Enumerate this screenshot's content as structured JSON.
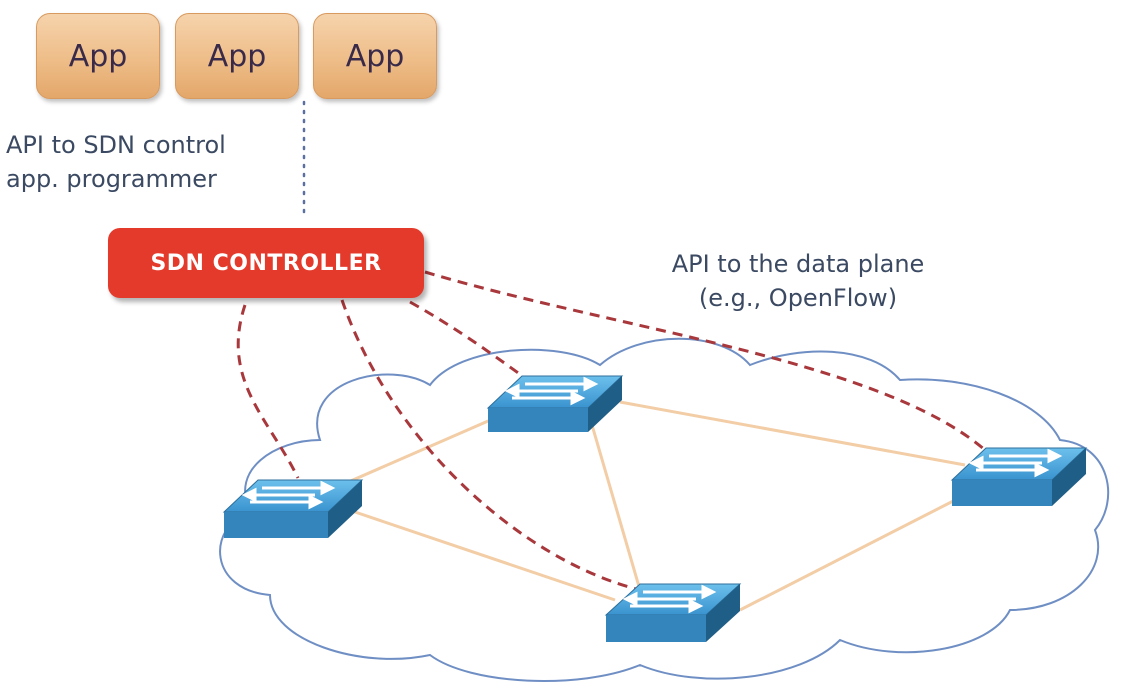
{
  "apps": [
    {
      "label": "App"
    },
    {
      "label": "App"
    },
    {
      "label": "App"
    }
  ],
  "northbound_api": {
    "line1": "API to SDN control",
    "line2": "app. programmer"
  },
  "controller": {
    "label": "SDN CONTROLLER"
  },
  "southbound_api": {
    "line1": "API to the data plane",
    "line2": "(e.g., OpenFlow)"
  },
  "colors": {
    "app_fill": "#eebd88",
    "controller_fill": "#e33a2b",
    "switch_top": "#4aa3d8",
    "dashed_link": "#a8383c",
    "physical_link": "#f0c9a0",
    "cloud_outline": "#6f8fc4",
    "label_text": "#3b4a62"
  },
  "icons": [
    "network-switch-icon",
    "cloud-icon"
  ]
}
